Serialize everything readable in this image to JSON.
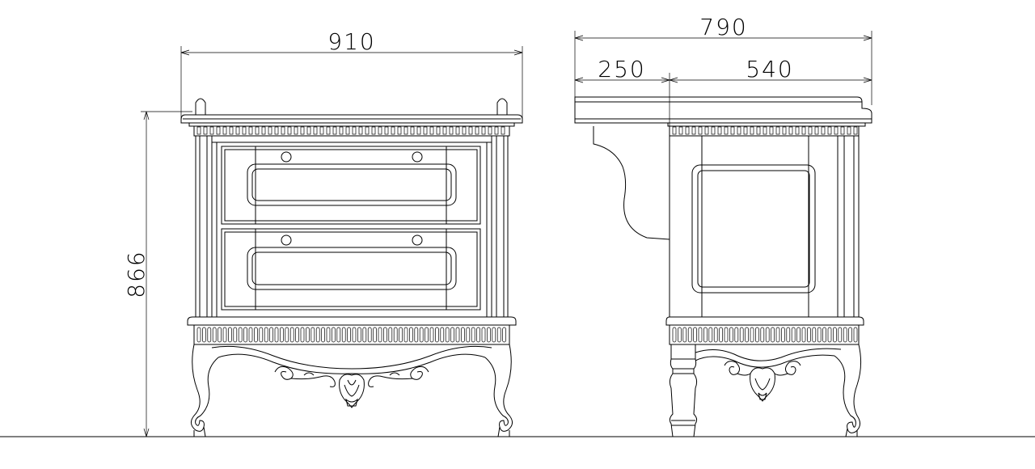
{
  "dimensions": {
    "front_width": "910",
    "side_depth": "790",
    "side_overhang": "250",
    "side_body": "540",
    "height": "866"
  }
}
